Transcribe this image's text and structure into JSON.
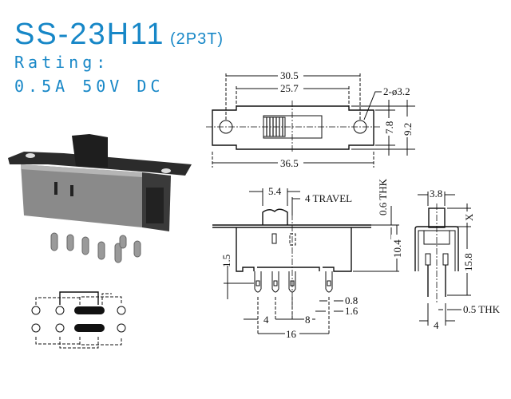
{
  "header": {
    "model": "SS-23H11",
    "configuration": "(2P3T)",
    "rating_label": "Rating:",
    "rating_value": "0.5A  50V  DC"
  },
  "top_view": {
    "dims": {
      "overall_hole_pitch": "30.5",
      "slot_length": "25.7",
      "holes": "2-ø3.2",
      "inner_width": "7.8",
      "plate_width": "9.2",
      "overall_length": "36.5"
    }
  },
  "side_view": {
    "dims": {
      "actuator_width": "5.4",
      "travel": "4  TRAVEL",
      "plate_thickness": "0.6  THK",
      "body_height": "10.4",
      "terminal_offset": "1.5",
      "terminal_width": "0.8",
      "terminal_tab": "1.6",
      "pitch_a": "4",
      "pitch_b": "8",
      "pitch_total": "16"
    }
  },
  "end_view": {
    "dims": {
      "actuator_width": "3.8",
      "actuator_height": "X",
      "overall_height": "15.8",
      "pin_thickness": "0.5  THK",
      "pin_spacing": "4"
    }
  }
}
